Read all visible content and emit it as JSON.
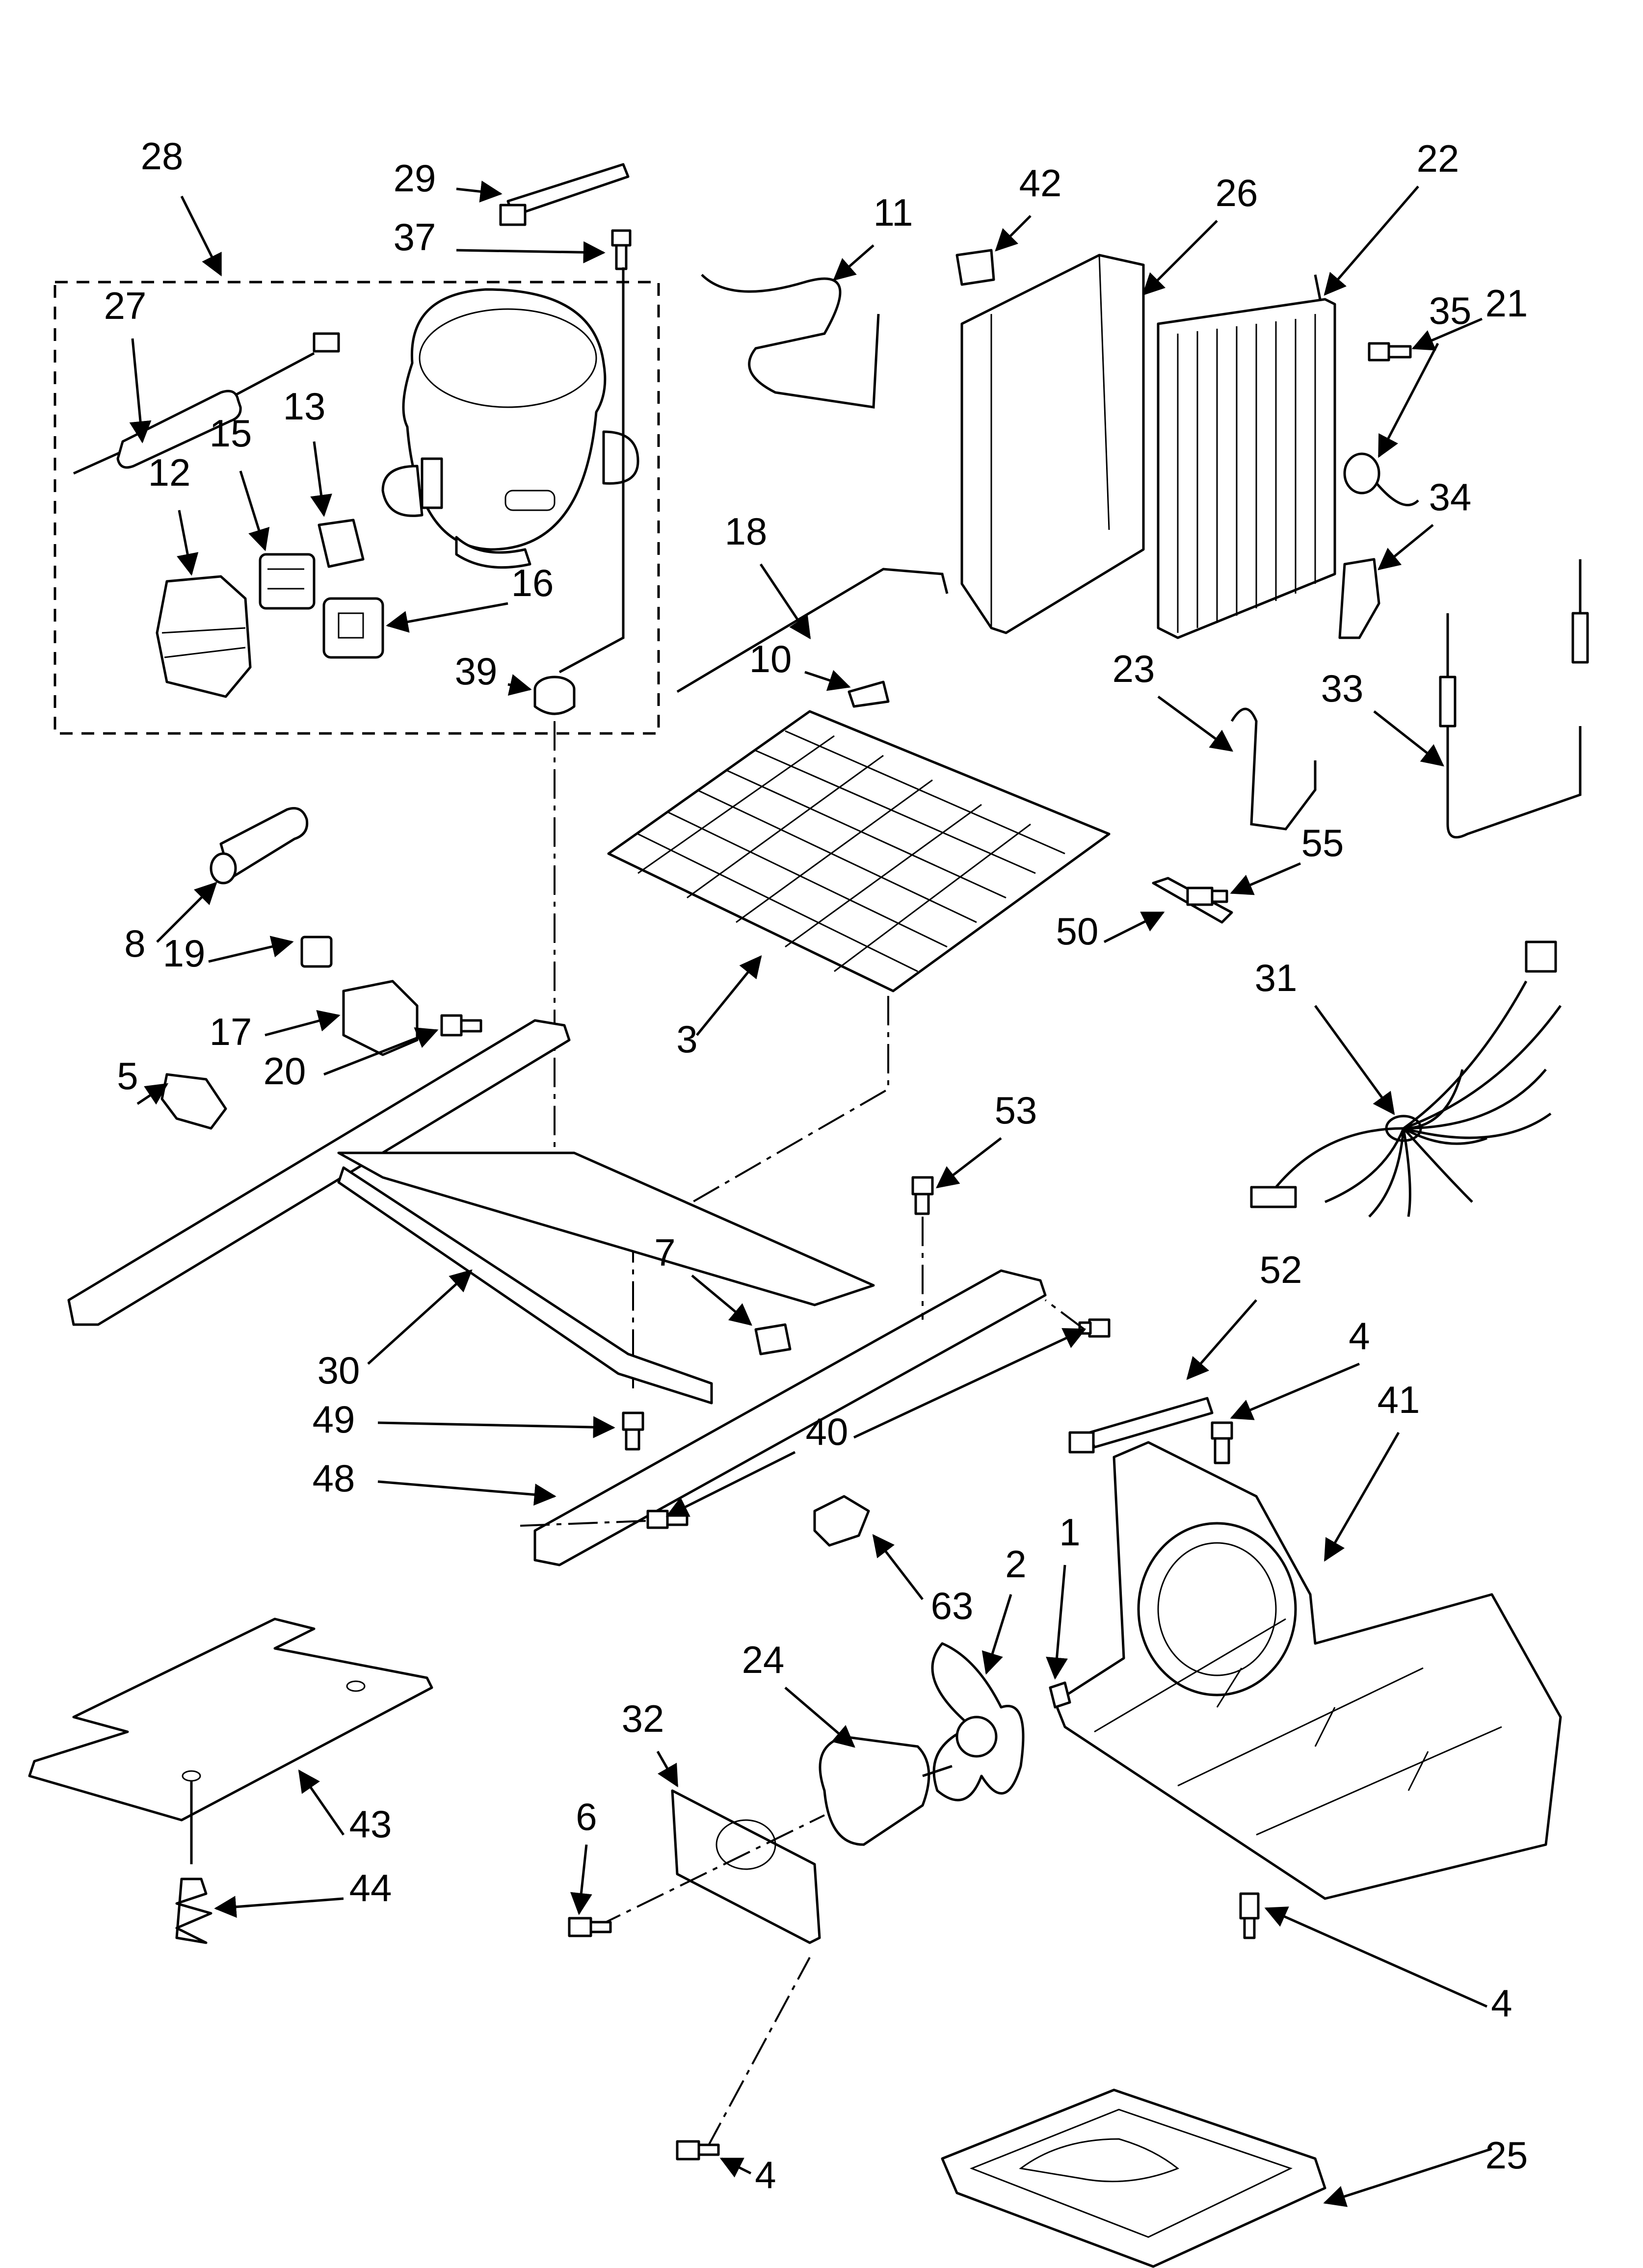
{
  "callouts": [
    "28",
    "29",
    "37",
    "27",
    "15",
    "13",
    "12",
    "16",
    "39",
    "11",
    "42",
    "26",
    "22",
    "21",
    "35",
    "34",
    "18",
    "10",
    "23",
    "33",
    "55",
    "50",
    "31",
    "8",
    "19",
    "17",
    "20",
    "5",
    "3",
    "53",
    "7",
    "30",
    "49",
    "48",
    "40",
    "52",
    "4",
    "41",
    "63",
    "2",
    "1",
    "24",
    "32",
    "6",
    "43",
    "44",
    "25"
  ]
}
